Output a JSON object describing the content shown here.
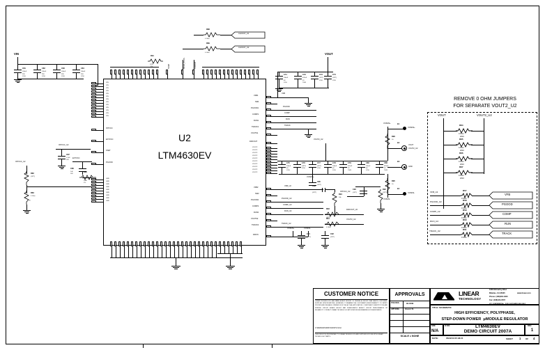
{
  "sheet": {
    "border_label": "schematic-sheet"
  },
  "main_ic": {
    "refdes": "U2",
    "part": "LTM4630EV",
    "left_pins_vin": [
      "VIN",
      "VIN",
      "VIN",
      "VIN",
      "VIN",
      "VIN",
      "VIN",
      "VIN",
      "VIN",
      "VIN",
      "VIN",
      "VIN",
      "VIN"
    ],
    "left_pin_numbers_vin": [
      "L2",
      "L3",
      "L4",
      "L5",
      "L6",
      "L7",
      "L11",
      "M3",
      "M4",
      "M5",
      "M6",
      "M7",
      "M11"
    ],
    "left_pins_mid": [
      {
        "num": "H5",
        "name": "INTVCC"
      },
      {
        "num": "J7",
        "name": "EXTVCC"
      },
      {
        "num": "G6",
        "name": "FSET"
      },
      {
        "num": "M4",
        "name": "PGOOD"
      }
    ],
    "left_pins_gnd": [
      "GND",
      "GND",
      "GND",
      "GND",
      "GND",
      "GND",
      "GND",
      "GND",
      "GND"
    ],
    "left_pin_numbers_gnd": [
      "A3",
      "B3",
      "C3",
      "D3",
      "E3",
      "F3",
      "G3",
      "H3",
      "J3"
    ],
    "right_pins_top": [
      {
        "num": "D6",
        "name": "VFB1"
      },
      {
        "num": "D7",
        "name": "SW1"
      },
      {
        "num": "D8",
        "name": "PGOOD1"
      },
      {
        "num": "E6",
        "name": "COMP1"
      },
      {
        "num": "E7",
        "name": "RUN1"
      },
      {
        "num": "E8",
        "name": "TRACK1"
      },
      {
        "num": "C6",
        "name": "VOUTS1"
      }
    ],
    "right_pins_diff": [
      {
        "num": "F5",
        "name": "DIFFOUT"
      }
    ],
    "right_pins_vout2": [
      "VOUT2",
      "VOUT2",
      "VOUT2",
      "VOUT2",
      "VOUT2",
      "VOUT2",
      "VOUT2",
      "VOUT2",
      "VOUT2",
      "VOUT2"
    ],
    "right_pins_bot": [
      {
        "num": "J7",
        "name": "VFB2"
      },
      {
        "num": "G11",
        "name": "SW2"
      },
      {
        "num": "J8",
        "name": "PGOOD2"
      },
      {
        "num": "J6",
        "name": "COMP2"
      },
      {
        "num": "H6",
        "name": "RUN2"
      },
      {
        "num": "H8",
        "name": "VOUTS2"
      },
      {
        "num": "J9",
        "name": "TRACK2"
      },
      {
        "num": "F8",
        "name": "DIFFN"
      }
    ]
  },
  "nets": {
    "vin": "VIN",
    "vout": "VOUT",
    "vout2_u2": "VOUT2_U2",
    "intvcc_u2": "INTVCC_U2",
    "extvcc": "EXTVCC",
    "vfb": "VFB",
    "vfb_u2": "VFB_U2",
    "pgood": "PGOOD",
    "pgood_u2": "PGOOD_U2",
    "comp": "COMP",
    "comp_u2": "COMP_U2",
    "run": "RUN",
    "run_u2": "RUN_U2",
    "track": "TRACK",
    "track_u2": "TRACK_U2",
    "clkout_u1": "CLKOUT_U1",
    "clkout_u2": "CLKOUT_U2",
    "diffout_u2": "DIFFOUT_U2",
    "vosns_p": "VOSNS+",
    "vosns_n": "VOSNS-",
    "gnd": "GND"
  },
  "jumper_box": {
    "title_line1": "REMOVE 0 OHM JUMPERS",
    "title_line2": "FOR SEPARATE VOUT2_U2",
    "col_left": "VOUT",
    "col_right": "VOUT2_U2",
    "power_jumpers": [
      {
        "ref": "R84",
        "value": "0 Ohm",
        "pkg": "2010"
      },
      {
        "ref": "R85",
        "value": "0 Ohm",
        "pkg": "2010"
      },
      {
        "ref": "R86",
        "value": "0 Ohm",
        "pkg": "2010"
      },
      {
        "ref": "R87",
        "value": "0 Ohm",
        "pkg": "2010"
      }
    ],
    "signal_jumpers": [
      {
        "ref": "R57",
        "value": "0 Ohm",
        "left": "VFB_U2",
        "right": "VFB"
      },
      {
        "ref": "R58",
        "value": "0 Ohm",
        "left": "PGOOD_U2",
        "right": "PGOOD"
      },
      {
        "ref": "R59",
        "value": "0 Ohm",
        "left": "COMP_U2",
        "right": "COMP"
      },
      {
        "ref": "R60",
        "value": "0 Ohm",
        "left": "RUN_U2",
        "right": "RUN"
      },
      {
        "ref": "R61",
        "value": "0 Ohm",
        "left": "TRACK_U2",
        "right": "TRACK"
      }
    ]
  },
  "vin_caps": [
    {
      "ref": "C81",
      "value": "100uF",
      "volt": "25V",
      "pkg": "1210"
    },
    {
      "ref": "C82",
      "value": "100uF",
      "volt": "25V",
      "pkg": "1210"
    },
    {
      "ref": "C83",
      "value": "100uF",
      "volt": "25V",
      "pkg": "1210"
    },
    {
      "ref": "C84",
      "value": "100uF",
      "volt": "25V",
      "pkg": "1210"
    }
  ],
  "vout_caps_top": [
    {
      "ref": "C71",
      "value": "100uF",
      "volt": "6V",
      "pkg": "1210"
    },
    {
      "ref": "C72",
      "value": "470uF",
      "volt": "2V",
      "pkg": "7343"
    },
    {
      "ref": "C73",
      "value": "(OPT)",
      "volt": "",
      "pkg": "1210"
    },
    {
      "ref": "C74",
      "value": "(OPT)",
      "volt": "",
      "pkg": "1210"
    }
  ],
  "vout2_caps": [
    {
      "ref": "C75",
      "value": "100uF",
      "volt": "6V",
      "pkg": "1210"
    },
    {
      "ref": "C76",
      "value": "(OPT)",
      "volt": "",
      "pkg": "1210"
    },
    {
      "ref": "C77",
      "value": "(OPT)",
      "volt": "",
      "pkg": "1210"
    },
    {
      "ref": "C78",
      "value": "100uF",
      "volt": "6V",
      "pkg": "1210"
    },
    {
      "ref": "C79",
      "value": "470uF",
      "volt": "2V",
      "pkg": "7343"
    },
    {
      "ref": "C80",
      "value": "100uF",
      "volt": "6V",
      "pkg": "1210"
    },
    {
      "ref": "C88",
      "value": "470uF",
      "volt": "2V",
      "pkg": "7343"
    }
  ],
  "clk_resistors": [
    {
      "ref": "R88",
      "value": "0 Ohm",
      "net": "CLKOUT_U1"
    },
    {
      "ref": "R89",
      "value": "0 Ohm",
      "net": "CLKOUT_U2"
    }
  ],
  "misc_parts": [
    {
      "ref": "R91",
      "value": "127k",
      "tol": "1%"
    },
    {
      "ref": "R90",
      "value": "100k",
      "tol": "1%"
    },
    {
      "ref": "R82",
      "value": "(OPT)"
    },
    {
      "ref": "R83",
      "value": "0 Ohm"
    },
    {
      "ref": "C87",
      "value": "2.2uF",
      "volt": "16V"
    },
    {
      "ref": "C86",
      "value": "1uF",
      "volt": "16V"
    },
    {
      "ref": "C89",
      "value": "(OPT)"
    },
    {
      "ref": "C90",
      "value": "(OPT)"
    },
    {
      "ref": "C91",
      "value": "(OPT)"
    },
    {
      "ref": "C92",
      "value": "(OPT)"
    },
    {
      "ref": "R92",
      "value": "(OPT)"
    },
    {
      "ref": "R93",
      "value": "(OPT)"
    },
    {
      "ref": "R94",
      "value": "10k"
    },
    {
      "ref": "R95",
      "value": "10"
    },
    {
      "ref": "R96",
      "value": "10"
    },
    {
      "ref": "C85",
      "value": "(OPT)"
    }
  ],
  "test_points": [
    {
      "ref": "E1",
      "label": "VOSNS+"
    },
    {
      "ref": "E2",
      "label": "VOUT\nVOUT2_U2"
    },
    {
      "ref": "E3",
      "label": "GND"
    },
    {
      "ref": "E4",
      "label": "VOSNS-"
    }
  ],
  "title_block": {
    "customer_notice": {
      "heading": "CUSTOMER NOTICE",
      "body": "LINEAR TECHNOLOGY HAS MADE A BEST EFFORT TO DESIGN A CIRCUIT THAT MEETS CUSTOMER-SUPPLIED SPECIFICATIONS; HOWEVER, IT REMAINS THE CUSTOMER'S RESPONSIBILITY TO VERIFY PROPER AND RELIABLE OPERATION IN THE ACTUAL APPLICATION. COMPONENT SUBSTITUTION AND PRINTED CIRCUIT BOARD LAYOUT MAY SIGNIFICANTLY AFFECT CIRCUIT PERFORMANCE OR RELIABILITY. CONTACT LINEAR TECHNOLOGY APPLICATIONS ENGINEERING FOR ASSISTANCE.",
      "path": "C:\\DESIGNS\\2007A\\2007A.SCH",
      "footer": "THIS CIRCUIT IS PROPRIETARY TO LINEAR TECHNOLOGY AND SUPPLIED FOR USE WITH LINEAR TECHNOLOGY PARTS."
    },
    "approvals": {
      "heading": "APPROVALS",
      "rows": [
        {
          "label": "PCB DES.",
          "value": "HLXCB"
        },
        {
          "label": "APP ENG.",
          "value": "Hoover St."
        },
        {
          "label": "",
          "value": ""
        },
        {
          "label": "",
          "value": ""
        },
        {
          "label": "",
          "value": ""
        }
      ],
      "scale_label": "SCALE = NONE"
    },
    "company": {
      "name": "LINEAR",
      "sub": "TECHNOLOGY",
      "address1": "1630 McCarthy Blvd.",
      "address2": "Milpitas, CA 95035",
      "web": "www.linear.com",
      "phone": "Phone: (408)432-1900",
      "fax": "Fax: (408)434-0507",
      "confidential": "LTC CONFIDENTIAL - FOR CUSTOMER USE ONLY"
    },
    "title": {
      "label": "TITLE: SCHEMATIC",
      "line1": "HIGH EFFICIENCY, POLYPHASE,",
      "line2": "STEP-DOWN POWER  μMODULE REGULATOR"
    },
    "size_label": "SIZE",
    "size_value": "N/A",
    "ic_no_label": "IC NO.",
    "ic_no_value": "LTM4630EV",
    "demo_circuit": "DEMO CIRCUIT 2007A",
    "rev_label": "REV.",
    "rev_value": "1",
    "date_label": "DATE:",
    "date_value": "05/22/13 05:48:21",
    "sheet_label": "SHEET",
    "sheet_number": "1",
    "sheet_of": "OF",
    "sheet_total": "4"
  }
}
